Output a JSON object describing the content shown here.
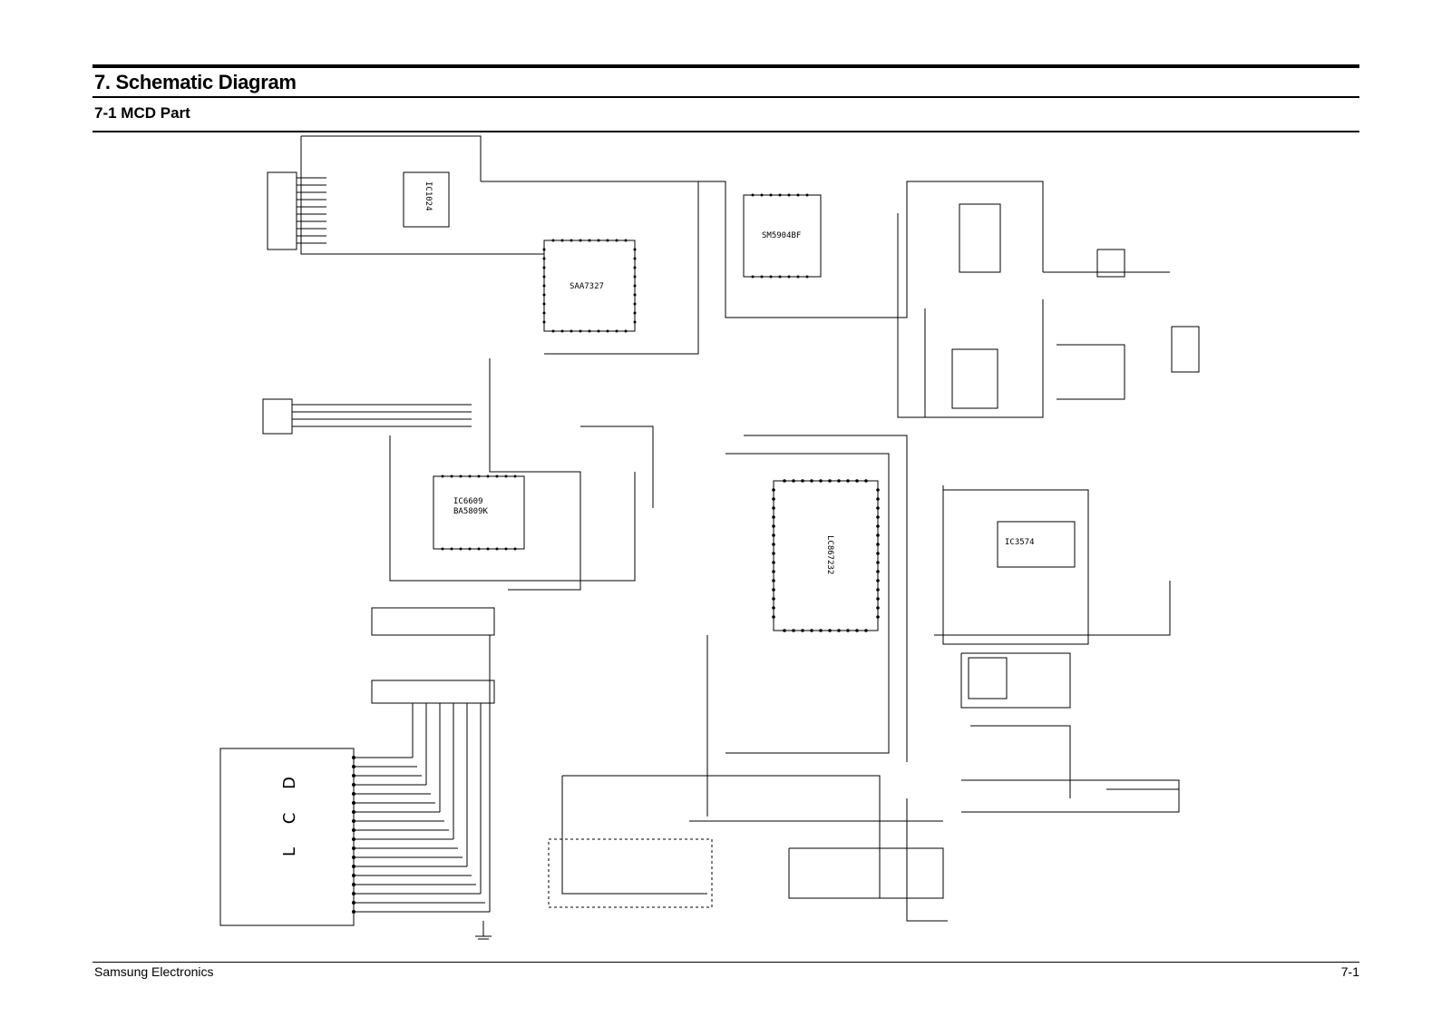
{
  "document": {
    "heading": "7. Schematic Diagram",
    "subheading": "7-1 MCD Part",
    "footer_left": "Samsung Electronics",
    "footer_right": "7-1"
  },
  "components": {
    "ic_saa": "SAA7327",
    "ic_sms": "SM5904BF",
    "ic_lc": "LC867232",
    "ic_ic6609": "IC6609",
    "ic_ba": "BA5809K",
    "ic_ic3574": "IC3574",
    "ic_ic1024": "IC1024",
    "lcd": "L C D"
  }
}
